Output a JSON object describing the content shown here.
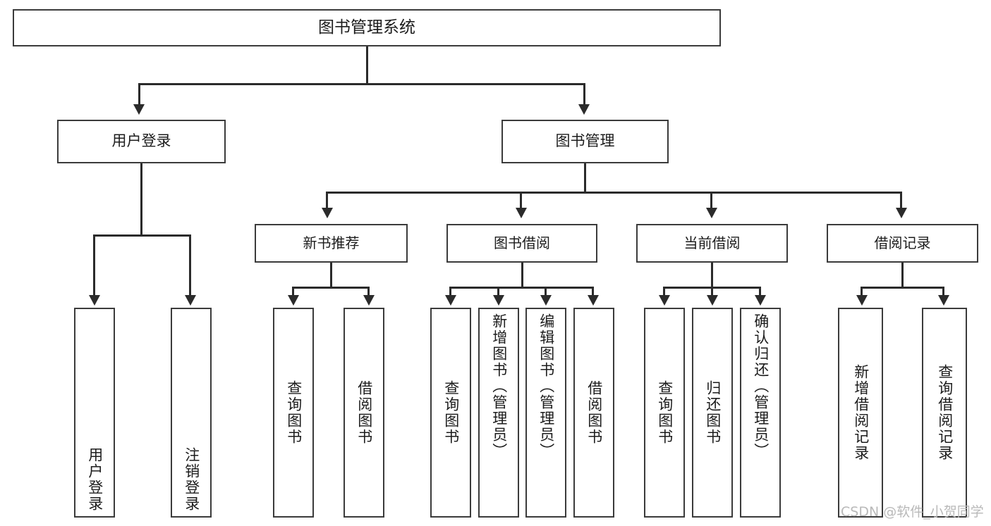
{
  "diagram": {
    "title": "图书管理系统",
    "type": "tree-hierarchy",
    "root": {
      "label": "图书管理系统"
    },
    "level2": [
      {
        "label": "用户登录"
      },
      {
        "label": "图书管理"
      }
    ],
    "level3": [
      {
        "label": "新书推荐"
      },
      {
        "label": "图书借阅"
      },
      {
        "label": "当前借阅"
      },
      {
        "label": "借阅记录"
      }
    ],
    "leaves": {
      "user_login": [
        {
          "label": "用户登录"
        },
        {
          "label": "注销登录"
        }
      ],
      "new_book_recommend": [
        {
          "label": "查询图书"
        },
        {
          "label": "借阅图书"
        }
      ],
      "book_borrow": [
        {
          "label": "查询图书"
        },
        {
          "label": "新增图书（管理员）"
        },
        {
          "label": "编辑图书（管理员）"
        },
        {
          "label": "借阅图书"
        }
      ],
      "current_borrow": [
        {
          "label": "查询图书"
        },
        {
          "label": "归还图书"
        },
        {
          "label": "确认归还（管理员）"
        }
      ],
      "borrow_record": [
        {
          "label": "新增借阅记录"
        },
        {
          "label": "查询借阅记录"
        }
      ]
    }
  },
  "watermark": {
    "text": "CSDN @软件_小贺同学"
  },
  "colors": {
    "box_border": "#3b3b3b",
    "line": "#2b2b2b",
    "background": "#ffffff",
    "watermark": "#b9b9b9"
  }
}
